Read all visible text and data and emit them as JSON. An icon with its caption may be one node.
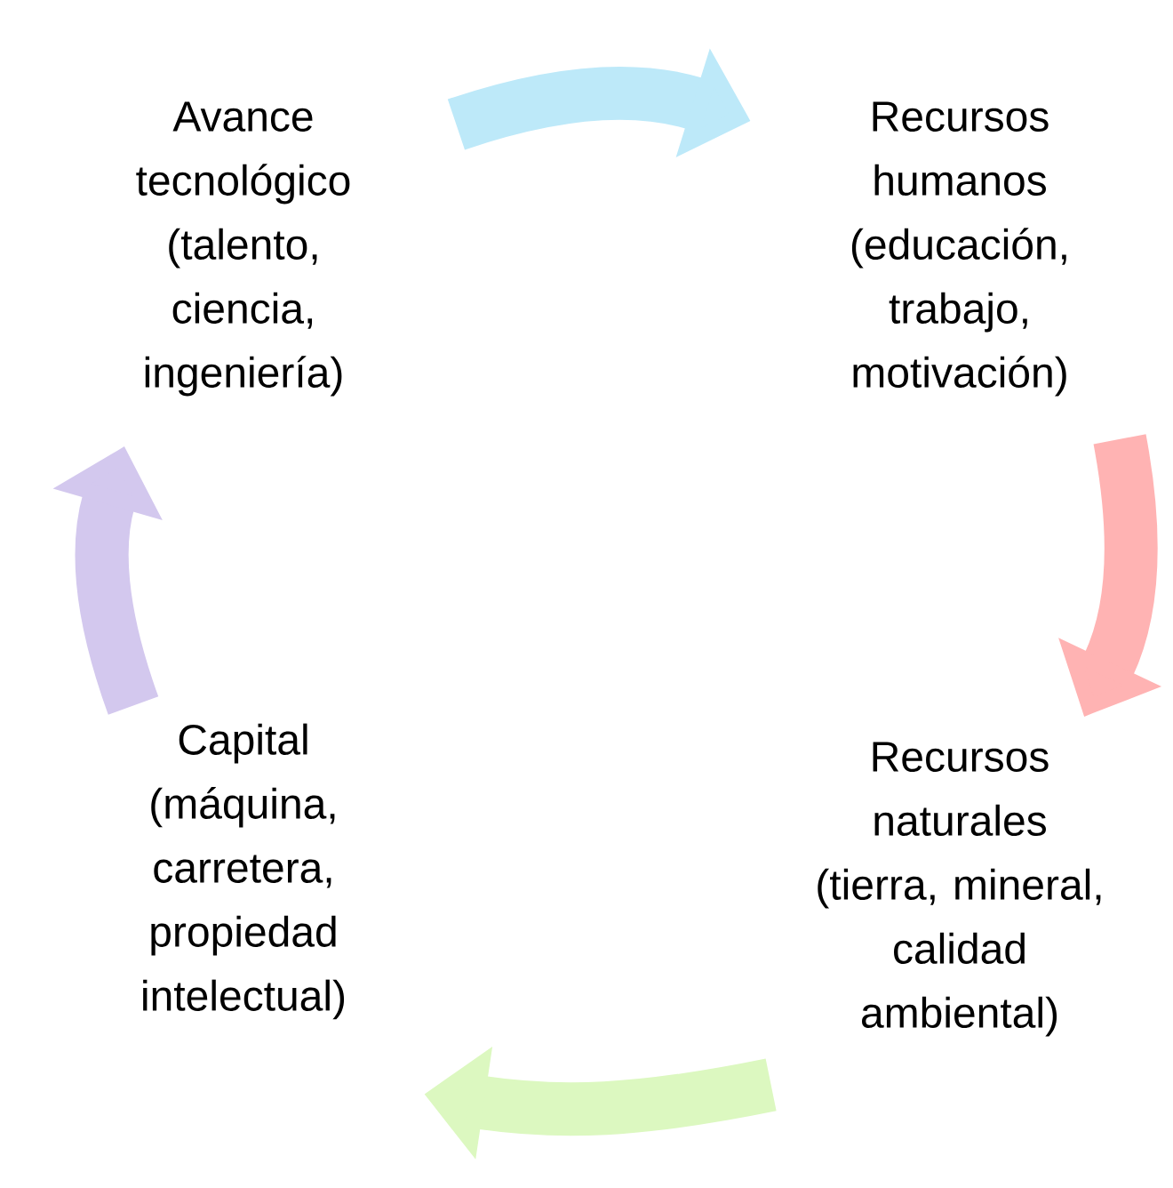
{
  "diagram": {
    "nodes": [
      {
        "text": [
          "Avance tecnológico (talento, ciencia, ingeniería)"
        ]
      },
      {
        "text": [
          "Recursos humanos (educación, trabajo, motivación)"
        ]
      },
      {
        "text": [
          "Recursos naturales (tierra, mineral, calidad ambiental)"
        ]
      },
      {
        "text": [
          "Capital (máquina, carretera, propiedad intelectual)"
        ]
      }
    ],
    "edges": [
      {
        "from": 0,
        "to": 1,
        "arrow": "to",
        "color": "#bde9f9"
      },
      {
        "from": 1,
        "to": 2,
        "arrow": "to",
        "color": "#ffb3b3"
      },
      {
        "from": 2,
        "to": 3,
        "arrow": "to",
        "color": "#dcf8c0"
      },
      {
        "from": 3,
        "to": 0,
        "arrow": "to",
        "color": "#d3c8ee"
      }
    ]
  }
}
